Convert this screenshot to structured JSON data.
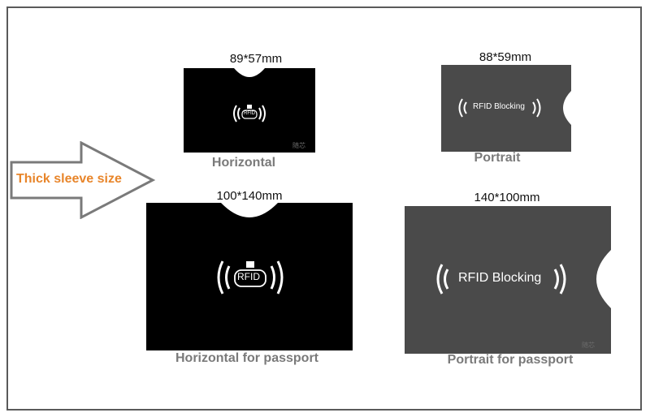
{
  "colors": {
    "black_sleeve": "#000000",
    "gray_sleeve": "#4a4a4a",
    "caption": "#7a7a7a",
    "arrow_text": "#e8852a",
    "frame": "#5a5a5a"
  },
  "arrow": {
    "label": "Thick sleeve size"
  },
  "sleeves": [
    {
      "size": "89*57mm",
      "caption": "Horizontal",
      "text": "RFID",
      "color": "black",
      "icon": "rfid-lock-icon",
      "stamp": "随芯"
    },
    {
      "size": "88*59mm",
      "caption": "Portrait",
      "text": "RFID Blocking",
      "color": "gray",
      "icon": "rfid-waves-icon"
    },
    {
      "size": "100*140mm",
      "caption": "Horizontal for passport",
      "text": "RFID",
      "color": "black",
      "icon": "rfid-lock-icon"
    },
    {
      "size": "140*100mm",
      "caption": "Portrait for passport",
      "text": "RFID Blocking",
      "color": "gray",
      "icon": "rfid-waves-icon",
      "stamp": "随芯"
    }
  ]
}
